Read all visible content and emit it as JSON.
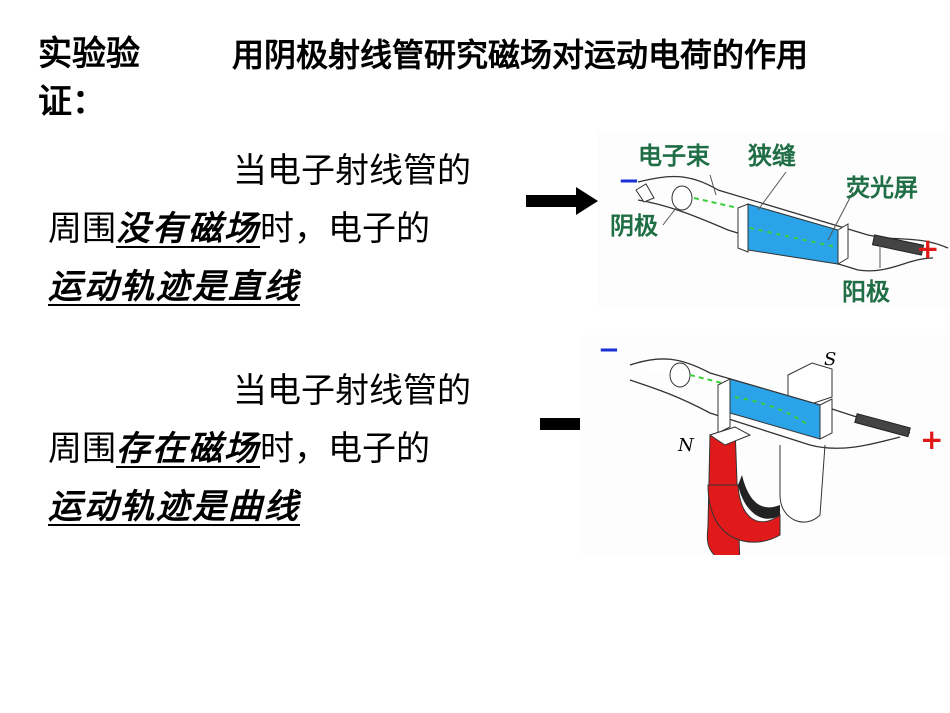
{
  "heading": {
    "label": "实验验证：",
    "title": "用阴极射线管研究磁场对运动电荷的作用"
  },
  "case1": {
    "line1": "当电子射线管的",
    "prefix": "周围",
    "condition": "没有磁场",
    "suffix": "时，电子的",
    "result": "运动轨迹是直线"
  },
  "case2": {
    "line1": "当电子射线管的",
    "prefix": "周围",
    "condition": "存在磁场",
    "suffix": "时，电子的",
    "result": "运动轨迹是曲线"
  },
  "figure1": {
    "labels": {
      "beam": "电子束",
      "slit": "狭缝",
      "screen": "荧光屏",
      "cathode": "阴极",
      "anode": "阳极",
      "minus": "−",
      "plus": "+"
    }
  },
  "figure2": {
    "labels": {
      "south": "S",
      "north": "N",
      "minus": "−",
      "plus": "+"
    }
  },
  "colors": {
    "label_green": "#1f6e45",
    "screen_blue": "#2aa3e8",
    "minus_blue": "#1a2fd6",
    "plus_red": "#e01818",
    "magnet_red": "#e01a1a",
    "beam_green": "#3ccf3c"
  }
}
